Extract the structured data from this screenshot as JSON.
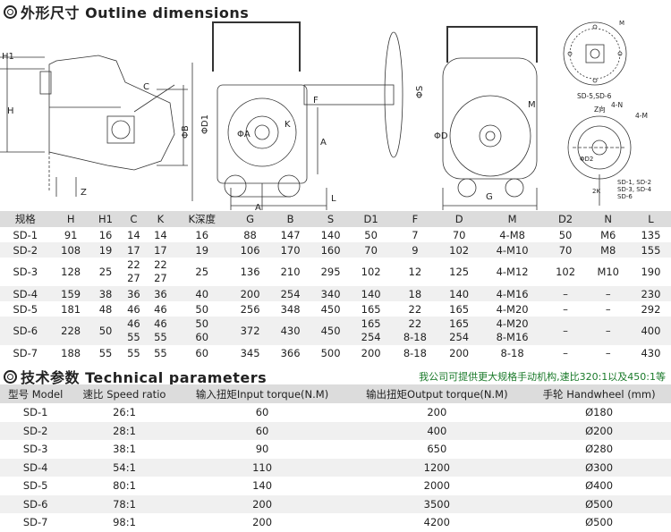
{
  "sections": {
    "outline_title": "外形尺寸 Outline dimensions",
    "technical_title": "技术参数 Technical parameters",
    "technical_note": "我公司可提供更大规格手动机构,速比320:1以及450:1等"
  },
  "drawing_labels": {
    "h1": "H1",
    "h": "H",
    "z": "Z",
    "c": "C",
    "phi_b": "ΦB",
    "phi_d1": "ΦD1",
    "f": "F",
    "k": "K",
    "phi_a": "ΦA",
    "a": "A",
    "l": "L",
    "phi_s": "ΦS",
    "phi_d": "ΦD",
    "m": "M",
    "g": "G",
    "small_m": "M",
    "sd56": "SD-5,SD-6",
    "z_dir": "Z向",
    "n_label": "4-N",
    "m_label": "4-M",
    "sd12": "SD-1, SD-2",
    "sd34": "SD-3, SD-4",
    "sd6b": "SD-6",
    "k2": "2K",
    "d2": "ΦD2"
  },
  "dims_table": {
    "headers": [
      "规格",
      "H",
      "H1",
      "C",
      "K",
      "K深度",
      "G",
      "B",
      "S",
      "D1",
      "F",
      "D",
      "M",
      "D2",
      "N",
      "L"
    ],
    "rows": [
      [
        "SD-1",
        "91",
        "16",
        "14",
        "14",
        "16",
        "88",
        "147",
        "140",
        "50",
        "7",
        "70",
        "4-M8",
        "50",
        "M6",
        "135"
      ],
      [
        "SD-2",
        "108",
        "19",
        "17",
        "17",
        "19",
        "106",
        "170",
        "160",
        "70",
        "9",
        "102",
        "4-M10",
        "70",
        "M8",
        "155"
      ],
      [
        "SD-3",
        "128",
        "25",
        "22\n27",
        "22\n27",
        "25",
        "136",
        "210",
        "295",
        "102",
        "12",
        "125",
        "4-M12",
        "102",
        "M10",
        "190"
      ],
      [
        "SD-4",
        "159",
        "38",
        "36",
        "36",
        "40",
        "200",
        "254",
        "340",
        "140",
        "18",
        "140",
        "4-M16",
        "–",
        "–",
        "230"
      ],
      [
        "SD-5",
        "181",
        "48",
        "46",
        "46",
        "50",
        "256",
        "348",
        "450",
        "165",
        "22",
        "165",
        "4-M20",
        "–",
        "–",
        "292"
      ],
      [
        "SD-6",
        "228",
        "50",
        "46\n55",
        "46\n55",
        "50\n60",
        "372",
        "430",
        "450",
        "165\n254",
        "22\n8-18",
        "165\n254",
        "4-M20\n8-M16",
        "–",
        "–",
        "400"
      ],
      [
        "SD-7",
        "188",
        "55",
        "55",
        "55",
        "60",
        "345",
        "366",
        "500",
        "200",
        "8-18",
        "200",
        "8-18",
        "–",
        "–",
        "430"
      ]
    ]
  },
  "tech_table": {
    "headers": [
      "型号 Model",
      "速比 Speed ratio",
      "输入扭矩Input torque(N.M)",
      "输出扭矩Output torque(N.M)",
      "手轮 Handwheel (mm)"
    ],
    "rows": [
      [
        "SD-1",
        "26:1",
        "60",
        "200",
        "Ø180"
      ],
      [
        "SD-2",
        "28:1",
        "60",
        "400",
        "Ø200"
      ],
      [
        "SD-3",
        "38:1",
        "90",
        "650",
        "Ø280"
      ],
      [
        "SD-4",
        "54:1",
        "110",
        "1200",
        "Ø300"
      ],
      [
        "SD-5",
        "80:1",
        "140",
        "2000",
        "Ø400"
      ],
      [
        "SD-6",
        "78:1",
        "200",
        "3500",
        "Ø500"
      ],
      [
        "SD-7",
        "98:1",
        "200",
        "4200",
        "Ø500"
      ]
    ]
  }
}
